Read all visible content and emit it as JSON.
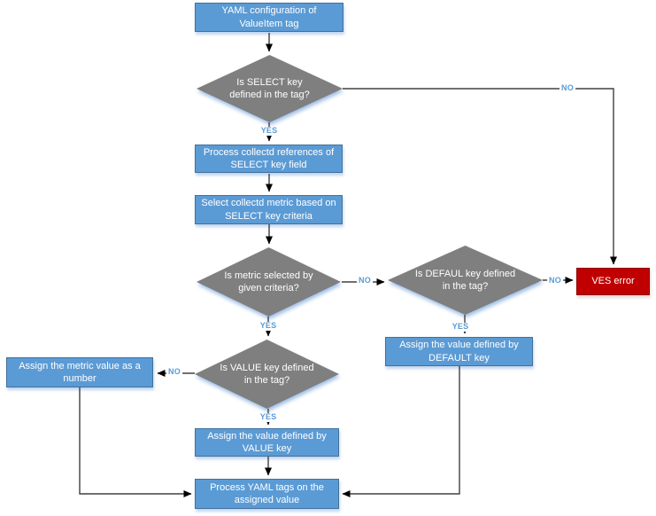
{
  "diagram": {
    "type": "flowchart",
    "topic": "YAML ValueItem tag processing"
  },
  "colors": {
    "process_fill": "#5B9BD5",
    "process_border": "#41719C",
    "decision_fill": "#7F7F7F",
    "error_fill": "#C00000",
    "error_border": "#8F0000",
    "edge_label_color": "#5B9BD5",
    "connector_color": "#404040",
    "node_text_color": "#FFFFFF"
  },
  "nodes": {
    "yaml_config": {
      "type": "process",
      "label": "YAML configuration of ValueItem tag"
    },
    "select_key_decision": {
      "type": "decision",
      "label": "Is SELECT key defined in the tag?"
    },
    "process_references": {
      "type": "process",
      "label": "Process collectd references of SELECT key field"
    },
    "select_metric": {
      "type": "process",
      "label": "Select collectd metric based on SELECT key criteria"
    },
    "metric_selected_decision": {
      "type": "decision",
      "label": "Is metric selected by given criteria?"
    },
    "default_key_decision": {
      "type": "decision",
      "label": "Is DEFAUL key defined in the tag?"
    },
    "ves_error": {
      "type": "error",
      "label": "VES error"
    },
    "assign_default": {
      "type": "process",
      "label": "Assign the value defined by DEFAULT key"
    },
    "value_key_decision": {
      "type": "decision",
      "label": "Is VALUE key defined in the tag?"
    },
    "assign_metric": {
      "type": "process",
      "label": "Assign the metric value as a number"
    },
    "assign_value": {
      "type": "process",
      "label": "Assign the value defined by VALUE key"
    },
    "process_yaml_tags": {
      "type": "process",
      "label": "Process YAML tags on the assigned value"
    }
  },
  "edge_labels": {
    "select_yes": "YES",
    "select_no": "NO",
    "metric_yes": "YES",
    "metric_no": "NO",
    "default_yes": "YES",
    "default_no": "NO",
    "value_yes": "YES",
    "value_no": "NO"
  }
}
